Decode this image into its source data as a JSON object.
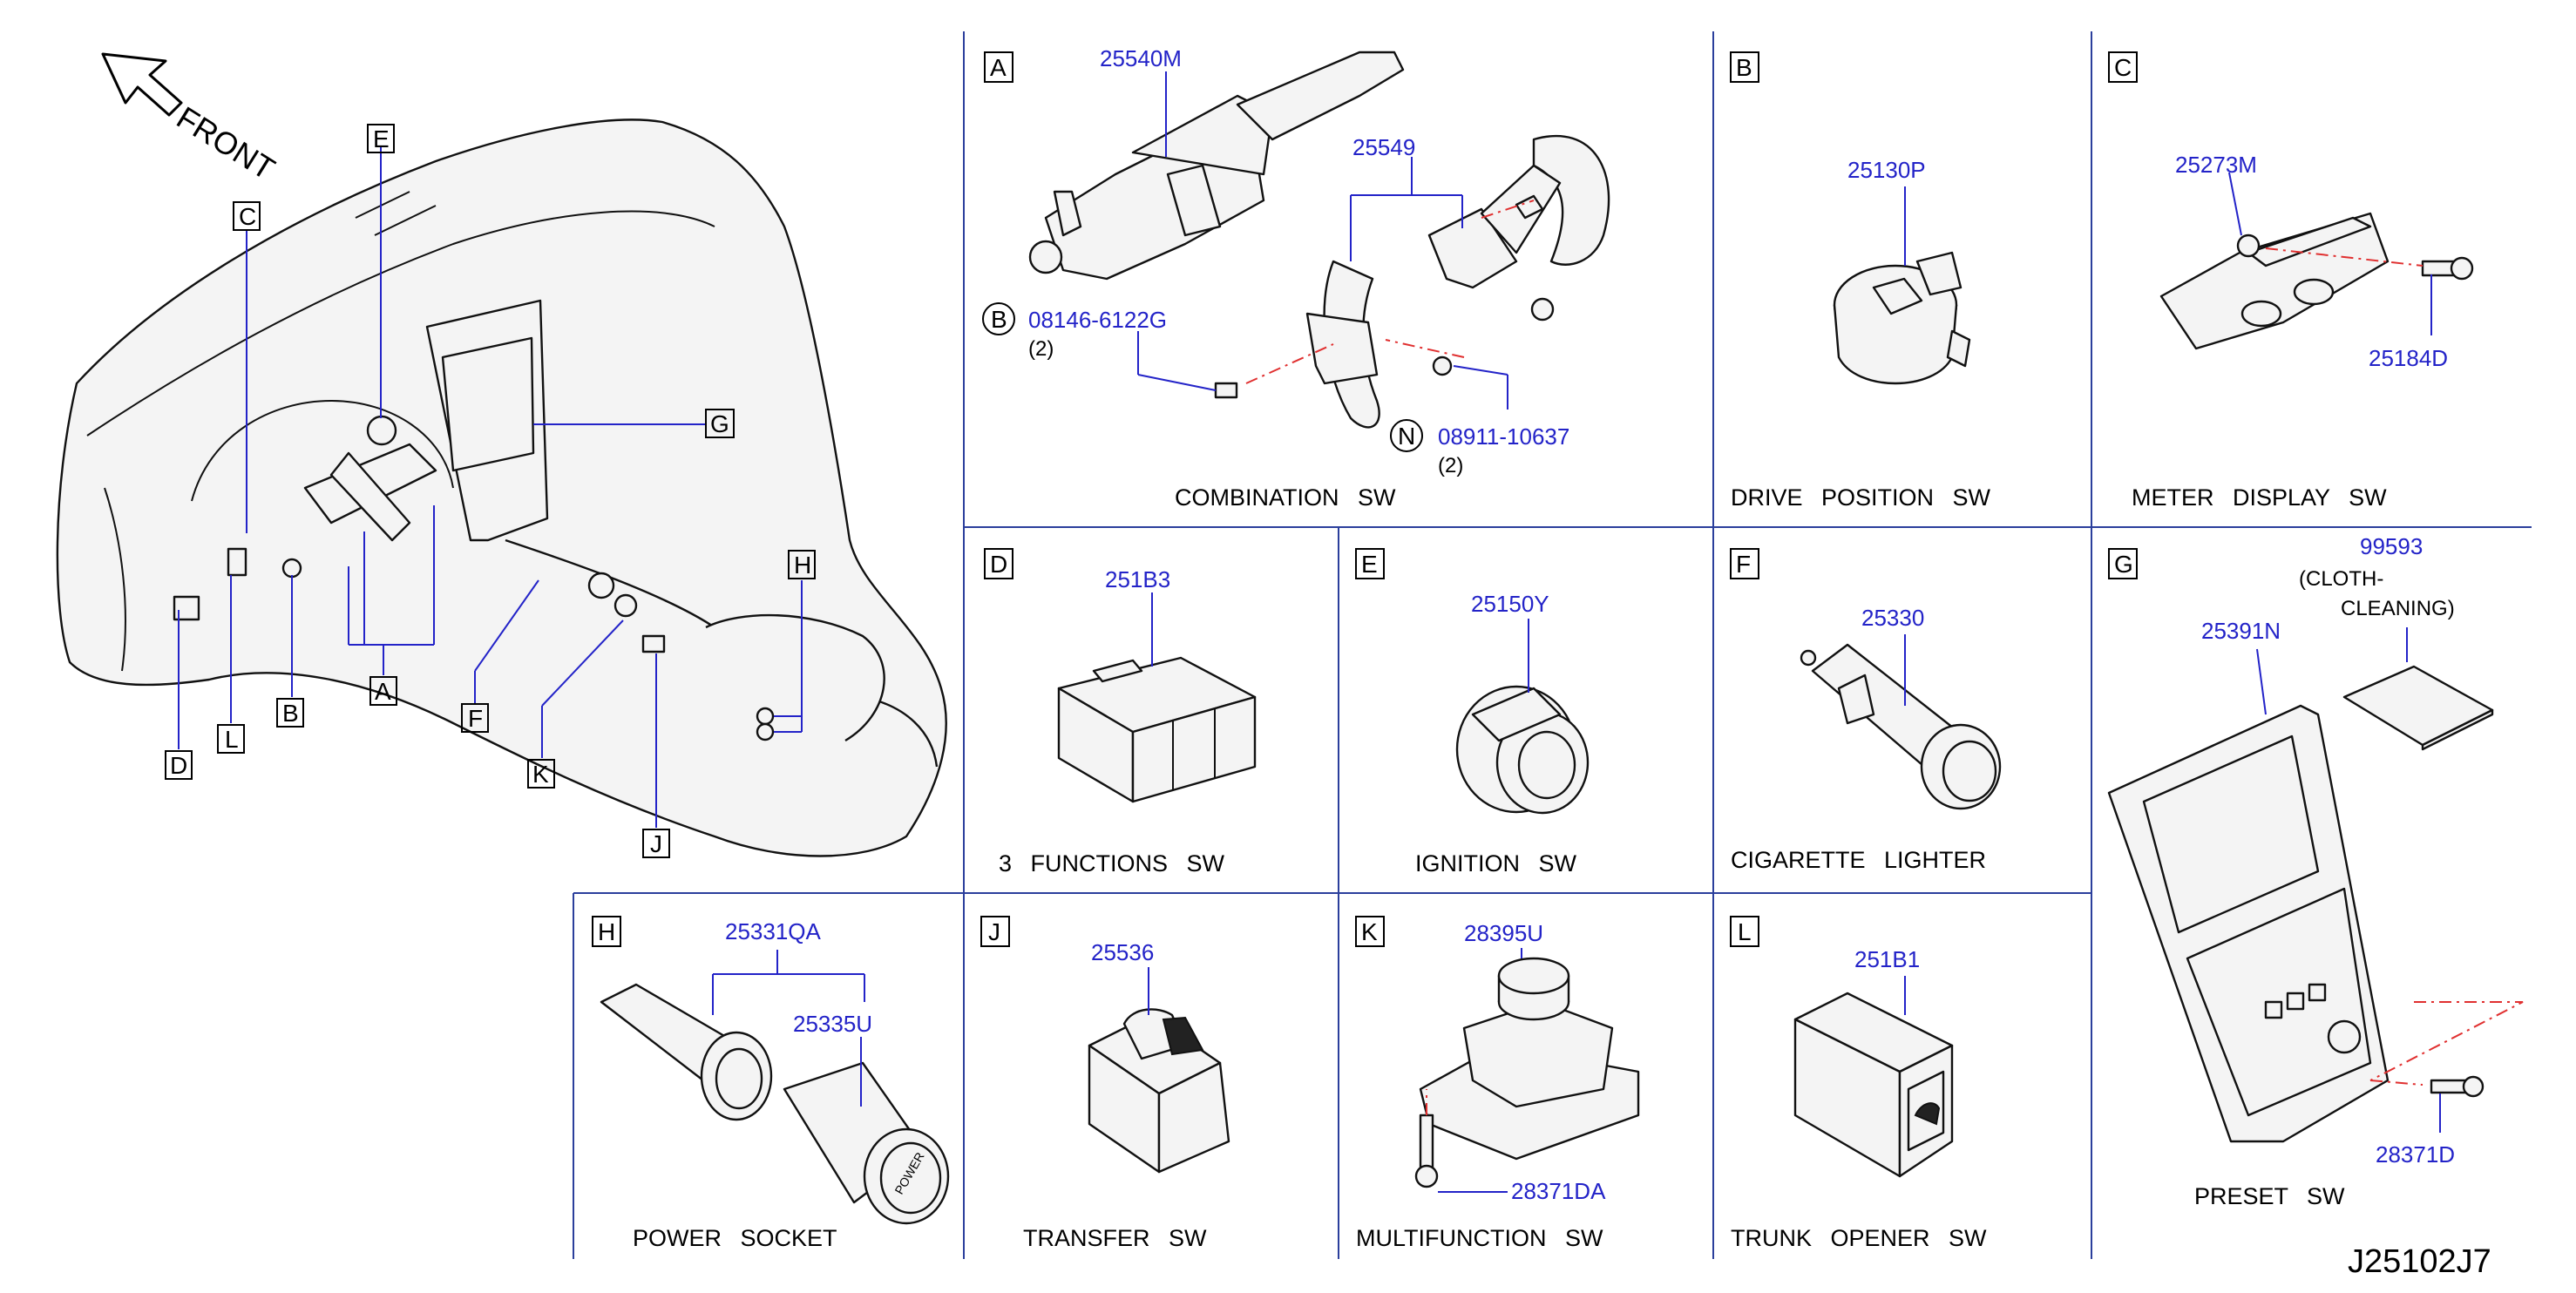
{
  "orientation": {
    "front_label": "FRONT"
  },
  "reference_code": "J25102J7",
  "overview_callouts": [
    "A",
    "B",
    "C",
    "D",
    "E",
    "F",
    "G",
    "H",
    "J",
    "K",
    "L"
  ],
  "panels": {
    "A": {
      "letter": "A",
      "caption": "COMBINATION SW",
      "parts": [
        "25540M",
        "25549"
      ],
      "fasteners": [
        {
          "prefix": "B",
          "part": "08146-6122G",
          "qty": "(2)"
        },
        {
          "prefix": "N",
          "part": "08911-10637",
          "qty": "(2)"
        }
      ]
    },
    "B": {
      "letter": "B",
      "caption": "DRIVE POSITION SW",
      "parts": [
        "25130P"
      ]
    },
    "C": {
      "letter": "C",
      "caption": "METER DISPLAY SW",
      "parts": [
        "25273M",
        "25184D"
      ]
    },
    "D": {
      "letter": "D",
      "caption": "3 FUNCTIONS SW",
      "parts": [
        "251B3"
      ]
    },
    "E": {
      "letter": "E",
      "caption": "IGNITION SW",
      "parts": [
        "25150Y"
      ]
    },
    "F": {
      "letter": "F",
      "caption": "CIGARETTE LIGHTER",
      "parts": [
        "25330"
      ]
    },
    "G": {
      "letter": "G",
      "caption": "PRESET SW",
      "parts": [
        "25391N",
        "99593",
        "28371D"
      ],
      "note_line1": "(CLOTH-",
      "note_line2": "CLEANING)"
    },
    "H": {
      "letter": "H",
      "caption": "POWER SOCKET",
      "parts": [
        "25331QA",
        "25335U"
      ]
    },
    "J": {
      "letter": "J",
      "caption": "TRANSFER SW",
      "parts": [
        "25536"
      ]
    },
    "K": {
      "letter": "K",
      "caption": "MULTIFUNCTION SW",
      "parts": [
        "28395U",
        "28371DA"
      ]
    },
    "L": {
      "letter": "L",
      "caption": "TRUNK OPENER SW",
      "parts": [
        "251B1"
      ]
    }
  },
  "colors": {
    "part_number": "#2323c8",
    "grid": "#2b3f9c",
    "centerline": "#e03030",
    "ink": "#000000"
  }
}
